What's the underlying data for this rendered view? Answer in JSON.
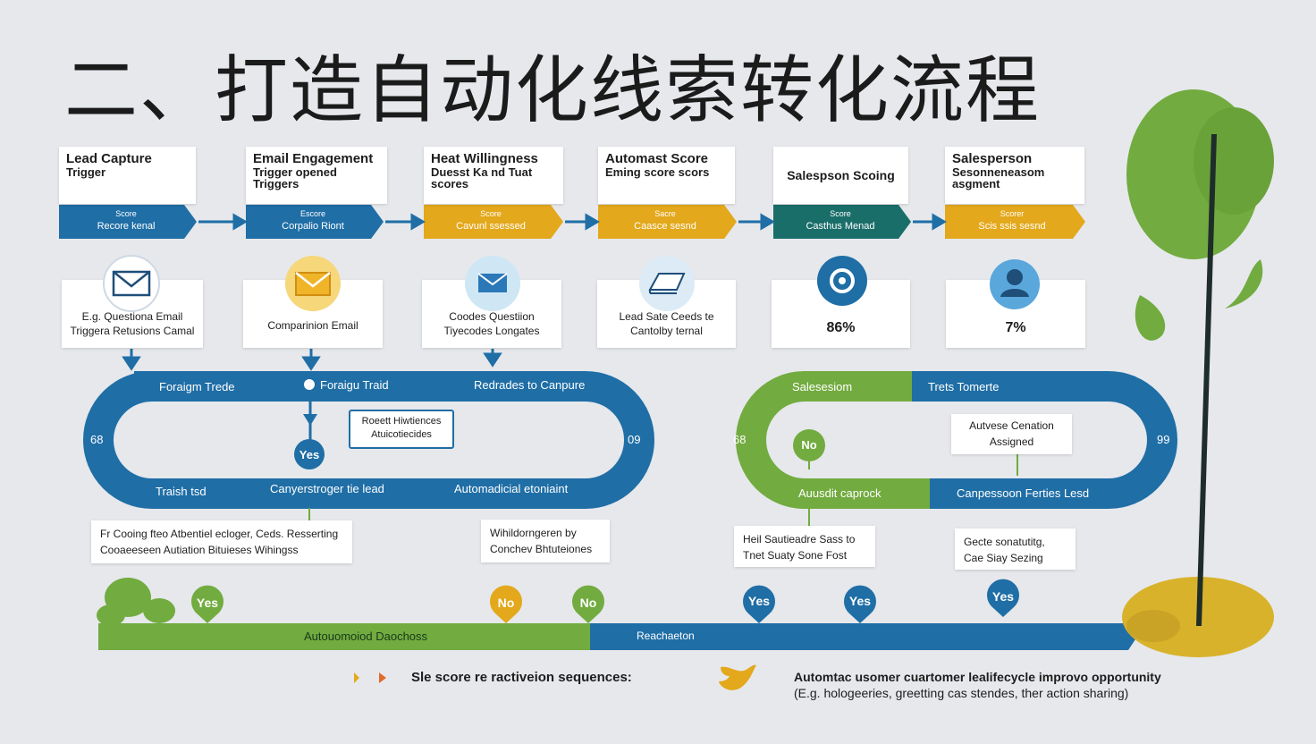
{
  "title": "二、打造自动化线索转化流程",
  "colors": {
    "blue": "#1f6ea6",
    "yellow": "#e3a81b",
    "teal": "#1a6e6a",
    "green": "#72ab3f",
    "bg": "#e6e8ec"
  },
  "stages": [
    {
      "title": "Lead Capture",
      "subtitle": "Trigger",
      "bar_top": "Score",
      "bar_bottom": "Recore kenal",
      "color": "#1f6ea6",
      "icon": "envelope-icon",
      "card_lines": [
        "E.g. Questiona Email",
        "Triggera Retusions Camal"
      ],
      "card_pct": ""
    },
    {
      "title": "Email Engagement",
      "subtitle": "Trigger opened Triggers",
      "bar_top": "Escore",
      "bar_bottom": "Corpalio Riont",
      "color": "#1f6ea6",
      "icon": "envelope-icon",
      "card_lines": [
        "Comparinion Email"
      ],
      "card_pct": ""
    },
    {
      "title": "Heat Willingness",
      "subtitle": "Duesst Ka nd Tuat scores",
      "bar_top": "Score",
      "bar_bottom": "Cavunl ssessed",
      "color": "#e3a81b",
      "icon": "email-icon",
      "card_lines": [
        "Coodes Questiion",
        "Tiyecodes Longates"
      ],
      "card_pct": ""
    },
    {
      "title": "Automast Score",
      "subtitle": "Eming score scors",
      "bar_top": "Sacre",
      "bar_bottom": "Caasce sesnd",
      "color": "#e3a81b",
      "icon": "document-icon",
      "card_lines": [
        "Lead Sate Ceeds te",
        "Cantolby ternal"
      ],
      "card_pct": ""
    },
    {
      "title": "Salespson Scoing",
      "subtitle": "",
      "bar_top": "Score",
      "bar_bottom": "Casthus Menad",
      "color": "#1a6e6a",
      "icon": "target-icon",
      "card_lines": [],
      "card_pct": "86%"
    },
    {
      "title": "Salesperson",
      "subtitle": "Sesonneneasom asgment",
      "bar_top": "Scorer",
      "bar_bottom": "Scis ssis sesnd",
      "color": "#e3a81b",
      "icon": "user-icon",
      "card_lines": [],
      "card_pct": "7%"
    }
  ],
  "left_loop": {
    "label_tl": "Foraigm Trede",
    "label_tm": "Foraigu Traid",
    "label_tr": "Redrades to Canpure",
    "label_bl": "Traish tsd",
    "label_bm": "Canyerstroger tie lead",
    "label_br": "Automadicial etoniaint",
    "end_left": "68",
    "end_right": "09",
    "inner_box": [
      "Roeett Hiwtiences",
      "Atuicotiecides"
    ],
    "yes_badge": "Yes"
  },
  "right_loop": {
    "label_tl": "Salesesiom",
    "label_tr": "Trets Tomerte",
    "label_bl": "Auusdit caprock",
    "label_br": "Canpessoon Ferties Lesd",
    "end_left": "68",
    "end_right": "99",
    "inner_box": [
      "Autvese Cenation",
      "Assigned"
    ],
    "no_badge": "No"
  },
  "notes": [
    [
      "Fr Cooing fteo Atbentiel ecloger, Ceds. Resserting",
      "Cooaeeseen Autiation Bituieses Wihingss"
    ],
    [
      "Wihildorngeren by",
      "Conchev Bhtuteiones"
    ],
    [
      "Heil Sautieadre Sass to",
      "Tnet Suaty Sone Fost"
    ],
    [
      "Gecte sonatutitg,",
      "Cae Siay Sezing"
    ]
  ],
  "timeline": {
    "left_label": "Autouomoiod Daochoss",
    "right_label": "Reachaeton",
    "markers": [
      "Yes",
      "No",
      "No",
      "Yes",
      "Yes",
      "Yes"
    ]
  },
  "footer": {
    "left_text": "Sle score re ractiveion sequences:",
    "right_line1": "Automtac usomer cuartomer lealifecycle improvo opportunity",
    "right_line2": "(E.g. hologeeries, greetting cas stendes, ther action sharing)"
  }
}
